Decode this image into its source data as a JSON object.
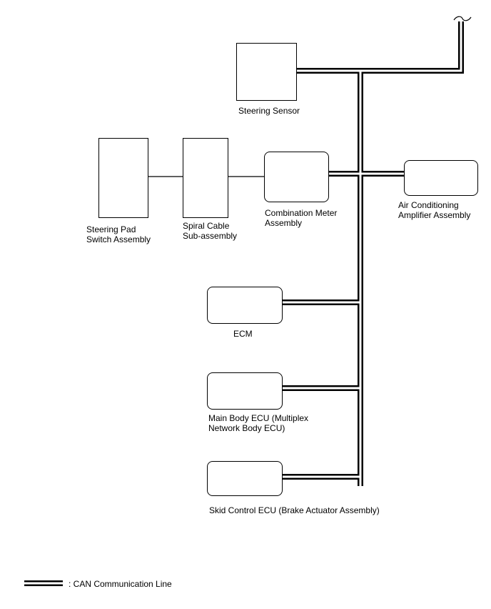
{
  "components": {
    "steering_sensor": "Steering Sensor",
    "steering_pad_line1": "Steering Pad",
    "steering_pad_line2": "Switch Assembly",
    "spiral_cable_line1": "Spiral Cable",
    "spiral_cable_line2": "Sub-assembly",
    "combination_meter_line1": "Combination Meter",
    "combination_meter_line2": "Assembly",
    "air_conditioning_line1": "Air Conditioning",
    "air_conditioning_line2": "Amplifier Assembly",
    "ecm": "ECM",
    "main_body_line1": "Main Body ECU (Multiplex",
    "main_body_line2": "Network Body ECU)",
    "skid_control": "Skid Control ECU (Brake Actuator Assembly)"
  },
  "legend": {
    "label": ": CAN Communication Line"
  }
}
